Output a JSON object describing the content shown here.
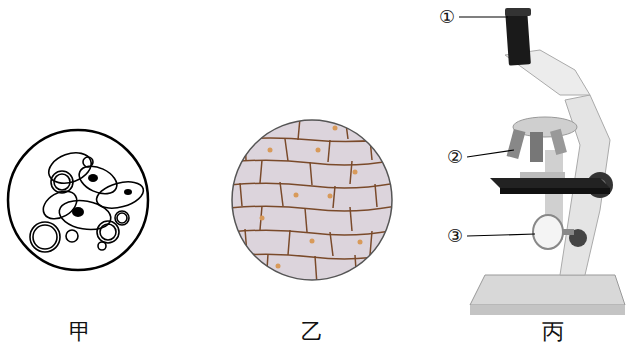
{
  "diagram": {
    "labels": [
      "①",
      "②",
      "③",
      "甲",
      "乙",
      "丙"
    ]
  }
}
